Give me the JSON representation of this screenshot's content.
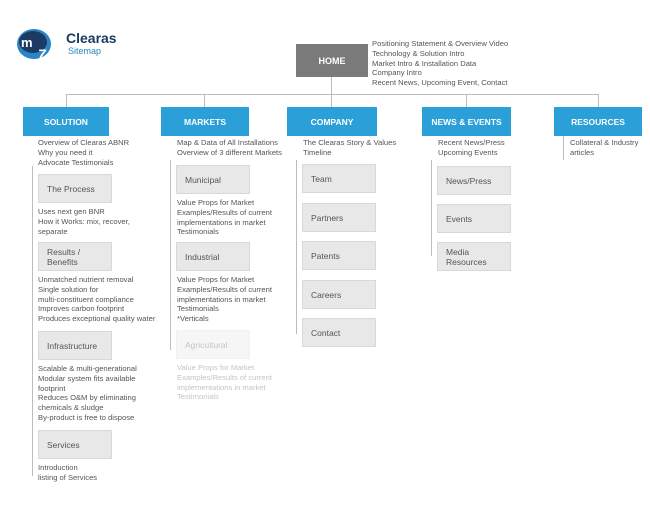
{
  "header": {
    "logo_icon": "m7-logo-icon",
    "title": "Clearas",
    "subtitle": "Sitemap"
  },
  "home": {
    "label": "HOME",
    "notes": "Positioning Statement & Overview Video\nTechnology & Solution Intro\nMarket Intro & Installation Data\nCompany Intro\nRecent News, Upcoming Event, Contact"
  },
  "columns": {
    "solution": {
      "label": "SOLUTION",
      "notes": "Overview of Clearas ABNR\nWhy you need it\nAdvocate Testimonials",
      "items": [
        {
          "label": "The Process",
          "notes": "Uses next gen BNR\nHow it Works: mix, recover,\nseparate"
        },
        {
          "label": "Results / Benefits",
          "notes": "Unmatched nutrient removal\nSingle solution for\nmulti-constituent compliance\nImproves carbon footprint\nProduces exceptional quality water"
        },
        {
          "label": "Infrastructure",
          "notes": "Scalable & multi-generational\nModular system fits available\nfootprint\nReduces O&M by eliminating\nchemicals & sludge\nBy-product is free to dispose"
        },
        {
          "label": "Services",
          "notes": "Introduction\nlisting of Services"
        }
      ]
    },
    "markets": {
      "label": "MARKETS",
      "notes": "Map & Data of All Installations\nOverview of 3 different Markets",
      "items": [
        {
          "label": "Municipal",
          "notes": "Value Props for Market\nExamples/Results of current\nimplementations in market\nTestimonials"
        },
        {
          "label": "Industrial",
          "notes": "Value Props for Market\nExamples/Results of current\nimplementations in market\nTestimonials\n*Verticals"
        },
        {
          "label": "Agricultural",
          "notes": "Value Props for Market\nExamples/Results of current\nimplementations in market\nTestimonials"
        }
      ]
    },
    "company": {
      "label": "COMPANY",
      "notes": "The Clearas Story & Values\nTimeline",
      "items": [
        "Team",
        "Partners",
        "Patents",
        "Careers",
        "Contact"
      ]
    },
    "news": {
      "label": "NEWS & EVENTS",
      "notes": "Recent News/Press\nUpcoming Events",
      "items": [
        "News/Press",
        "Events",
        "Media Resources"
      ]
    },
    "resources": {
      "label": "RESOURCES",
      "notes": "Collateral & Industry\narticles"
    }
  },
  "colors": {
    "column_header": "#2a9fd8",
    "home": "#7a7a7a",
    "sub_box": "#e8e8e8",
    "connector": "#bdbdbd",
    "logo_dark": "#1b3b63",
    "logo_light": "#2a84c6"
  }
}
